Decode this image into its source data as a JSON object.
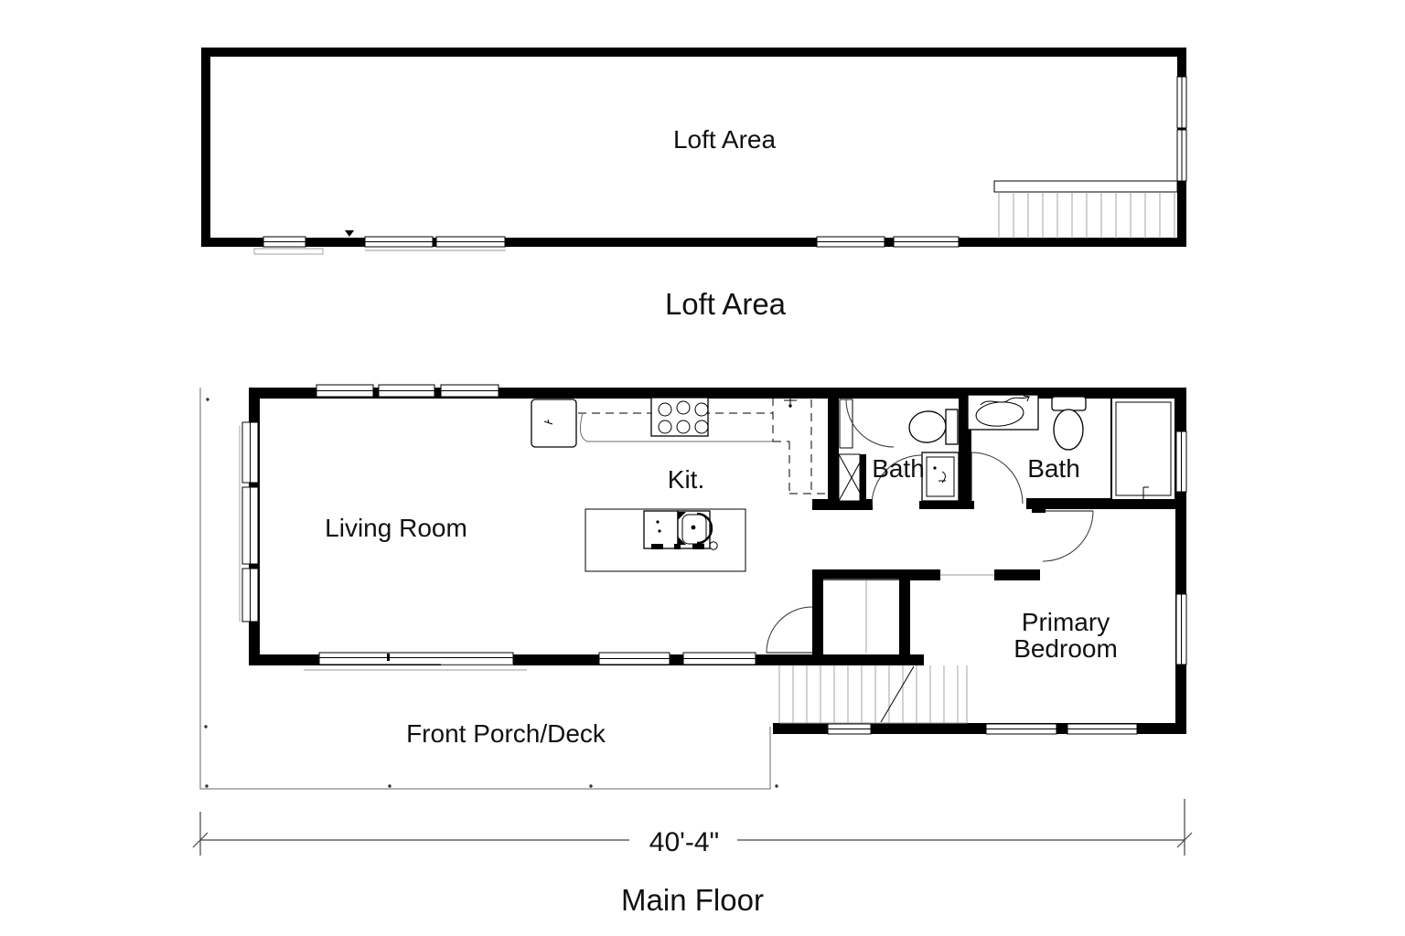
{
  "colors": {
    "background": "#ffffff",
    "walls": "#000000",
    "thin_lines": "#555555",
    "text": "#111111"
  },
  "loft_plan": {
    "room_label": "Loft Area",
    "caption": "Loft Area"
  },
  "main_plan": {
    "rooms": {
      "living_room": "Living Room",
      "kitchen": "Kit.",
      "bath_left": "Bath",
      "bath_right": "Bath",
      "primary_bedroom_line1": "Primary",
      "primary_bedroom_line2": "Bedroom",
      "porch": "Front Porch/Deck"
    },
    "dimension_width": "40'-4\"",
    "caption": "Main Floor"
  }
}
